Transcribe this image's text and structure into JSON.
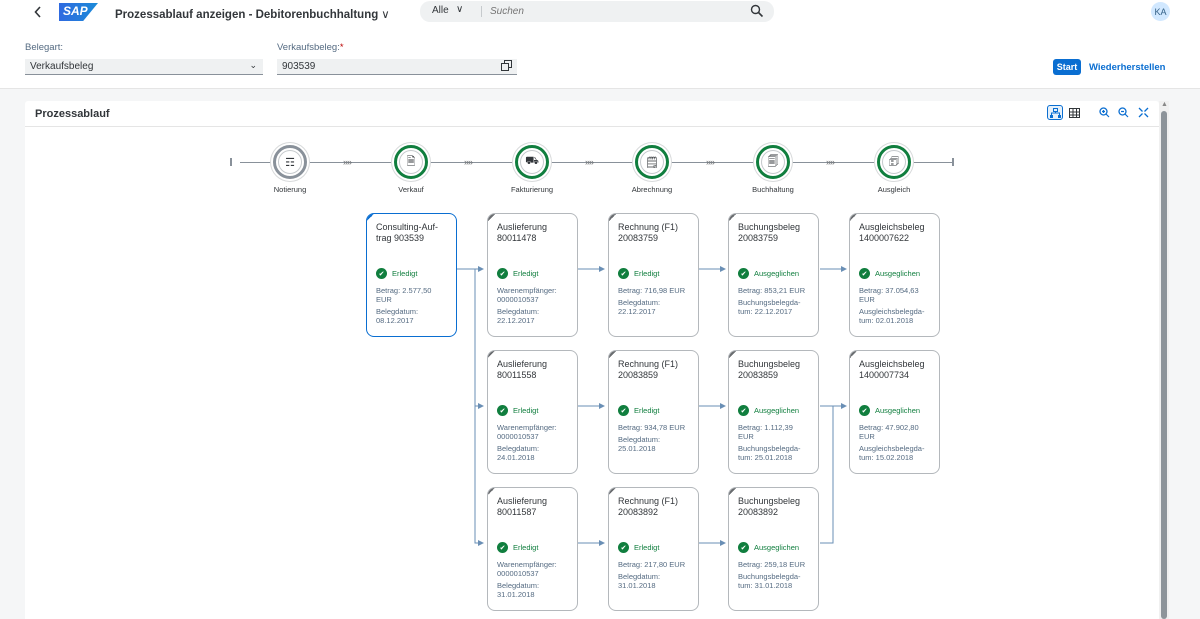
{
  "shell": {
    "back_icon": "chevron-left-icon",
    "logo": "SAP",
    "app_title": "Prozessablauf anzeigen - Debitorenbuchhaltung",
    "title_chevron": "∨",
    "search_scope": "Alle",
    "search_scope_chevron": "∨",
    "search_placeholder": "Suchen",
    "avatar_initials": "KA"
  },
  "filter": {
    "doc_type_label": "Belegart:",
    "doc_type_value": "Verkaufsbeleg",
    "doc_type_chevron": "⌄",
    "sales_doc_label": "Verkaufsbeleg:",
    "sales_doc_required": "*",
    "sales_doc_value": "903539",
    "start_label": "Start",
    "reset_label": "Wiederherstellen"
  },
  "panel": {
    "title": "Prozessablauf"
  },
  "lanes": [
    {
      "label": "Notierung",
      "icon": "quotation-icon",
      "glyph": "☶"
    },
    {
      "label": "Verkauf",
      "icon": "sales-document-icon",
      "glyph": "🗎"
    },
    {
      "label": "Fakturierung",
      "icon": "shipping-truck-icon",
      "glyph": "⛟"
    },
    {
      "label": "Abrechnung",
      "icon": "billing-icon",
      "glyph": "🗒"
    },
    {
      "label": "Buchhaltung",
      "icon": "accounting-document-icon",
      "glyph": "🗐"
    },
    {
      "label": "Ausgleich",
      "icon": "clearing-icon",
      "glyph": "🗊"
    }
  ],
  "lane_separator": "»»",
  "nodes": [
    {
      "title": "Consulting-Auf-trag 903539",
      "status": "Erledigt",
      "a1": "Betrag: 2.577,50 EUR",
      "a2": "Belegdatum: 08.12.2017"
    },
    {
      "title": "Auslieferung 80011478",
      "status": "Erledigt",
      "a1": "Warenempfänger: 0000010537",
      "a2": "Belegdatum: 22.12.2017"
    },
    {
      "title": "Rechnung (F1) 20083759",
      "status": "Erledigt",
      "a1": "Betrag: 716,98 EUR",
      "a2": "Belegdatum: 22.12.2017"
    },
    {
      "title": "Buchungsbeleg 20083759",
      "status": "Ausgeglichen",
      "a1": "Betrag: 853,21 EUR",
      "a2": "Buchungsbelegda-tum: 22.12.2017"
    },
    {
      "title": "Ausgleichsbeleg 1400007622",
      "status": "Ausgeglichen",
      "a1": "Betrag: 37.054,63 EUR",
      "a2": "Ausgleichsbelegda-tum: 02.01.2018"
    },
    {
      "title": "Auslieferung 80011558",
      "status": "Erledigt",
      "a1": "Warenempfänger: 0000010537",
      "a2": "Belegdatum: 24.01.2018"
    },
    {
      "title": "Rechnung (F1) 20083859",
      "status": "Erledigt",
      "a1": "Betrag: 934,78 EUR",
      "a2": "Belegdatum: 25.01.2018"
    },
    {
      "title": "Buchungsbeleg 20083859",
      "status": "Ausgeglichen",
      "a1": "Betrag: 1.112,39 EUR",
      "a2": "Buchungsbelegda-tum: 25.01.2018"
    },
    {
      "title": "Ausgleichsbeleg 1400007734",
      "status": "Ausgeglichen",
      "a1": "Betrag: 47.902,80 EUR",
      "a2": "Ausgleichsbelegda-tum: 15.02.2018"
    },
    {
      "title": "Auslieferung 80011587",
      "status": "Erledigt",
      "a1": "Warenempfänger: 0000010537",
      "a2": "Belegdatum: 31.01.2018"
    },
    {
      "title": "Rechnung (F1) 20083892",
      "status": "Erledigt",
      "a1": "Betrag: 217,80 EUR",
      "a2": "Belegdatum: 31.01.2018"
    },
    {
      "title": "Buchungsbeleg 20083892",
      "status": "Ausgeglichen",
      "a1": "Betrag: 259,18 EUR",
      "a2": "Buchungsbelegda-tum: 31.01.2018"
    }
  ],
  "colors": {
    "accent": "#0a6ed1",
    "positive": "#107e3e",
    "required": "#bb0000"
  }
}
